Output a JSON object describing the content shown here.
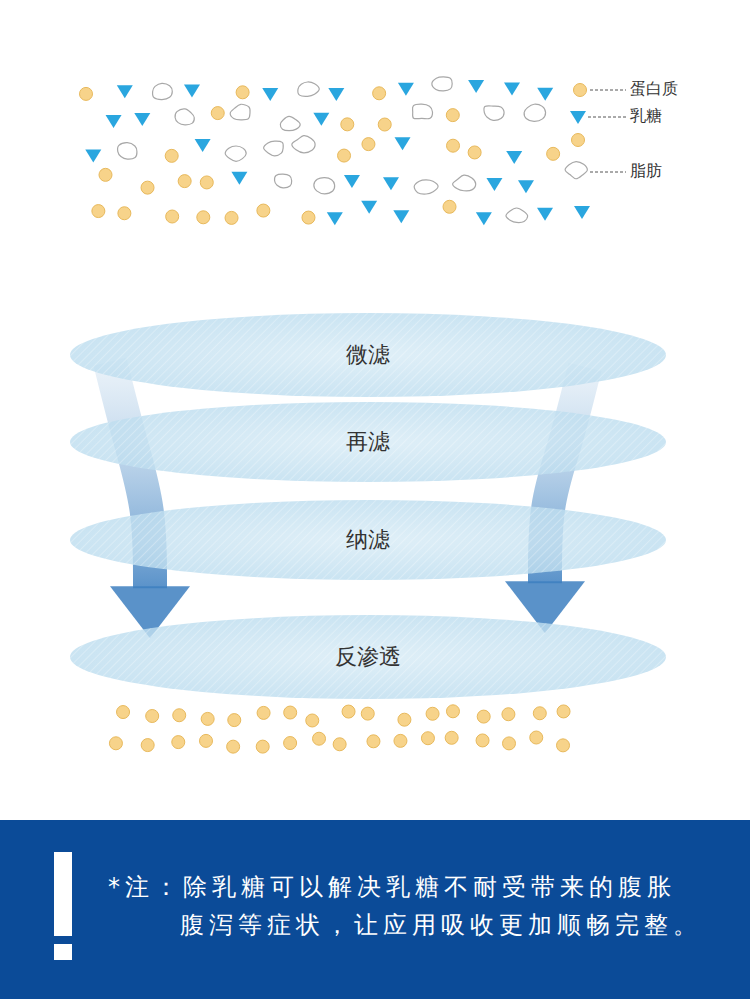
{
  "diagram": {
    "nodes": [
      {
        "text": [
          "微滤"
        ]
      },
      {
        "text": [
          "再滤"
        ]
      },
      {
        "text": [
          "纳滤"
        ]
      },
      {
        "text": [
          "反渗透"
        ]
      }
    ],
    "edges": [
      {
        "from": 0,
        "to": 3,
        "arrow": "to"
      },
      {
        "from": 0,
        "to": 3,
        "arrow": "to"
      }
    ],
    "labels": [
      "蛋白质",
      "乳糖",
      "脂肪",
      "*注：除乳糖可以解决乳糖不耐受带来的腹胀 腹泻等症状，让应用吸收更加顺畅完整。"
    ]
  }
}
